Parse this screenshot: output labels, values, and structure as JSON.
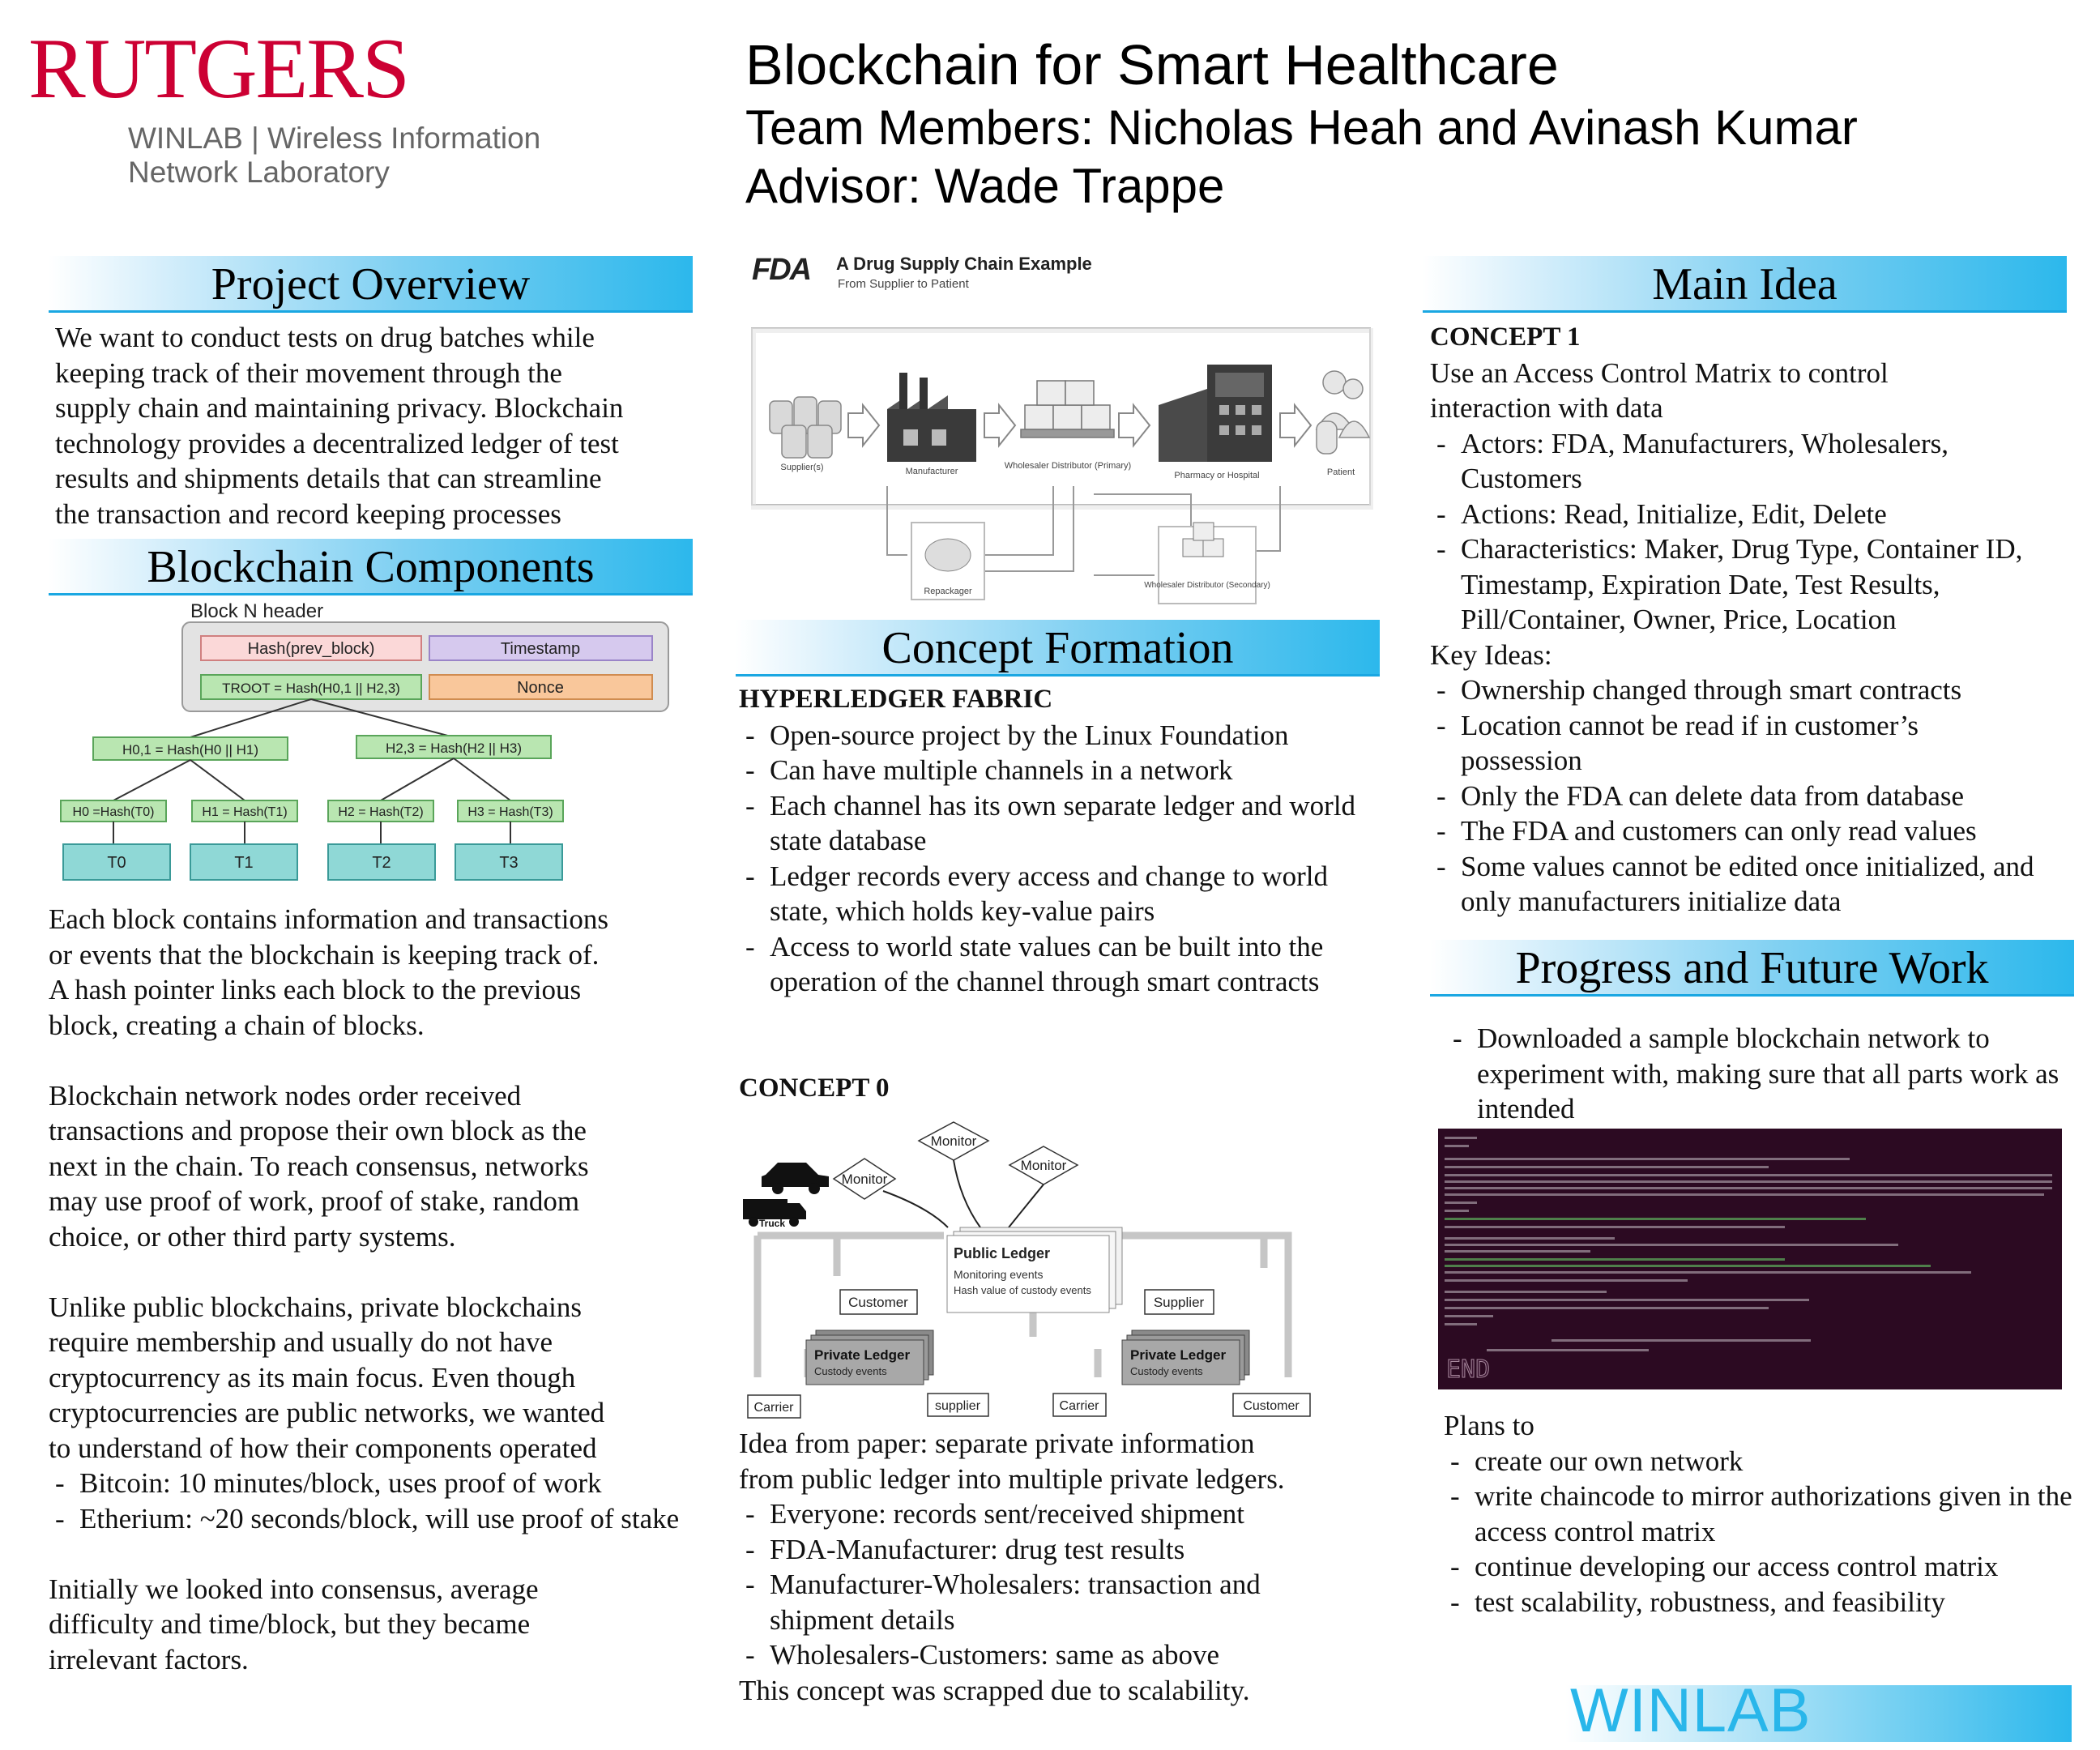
{
  "logo": {
    "rutgers": "RUTGERS",
    "winlab_line1": "WINLAB | Wireless Information",
    "winlab_line2": "Network Laboratory",
    "footer_logo": "WINLAB"
  },
  "title": {
    "main": "Blockchain for Smart Healthcare",
    "team": "Team Members: Nicholas Heah and Avinash Kumar",
    "advisor": "Advisor: Wade Trappe"
  },
  "overview": {
    "heading": "Project Overview",
    "lines": [
      "We want to conduct tests on drug batches while",
      "keeping track of their movement through the",
      "supply chain and maintaining privacy. Blockchain",
      "technology provides a decentralized ledger of test",
      "results and shipments details that can streamline",
      "the transaction and record keeping  processes"
    ]
  },
  "components": {
    "heading": "Blockchain Components",
    "diagram": {
      "header_label": "Block N header",
      "hash_prev": "Hash(prev_block)",
      "timestamp": "Timestamp",
      "troot": "TROOT = Hash(H0,1 || H2,3)",
      "nonce": "Nonce",
      "h01": "H0,1 = Hash(H0 || H1)",
      "h23": "H2,3 = Hash(H2 || H3)",
      "h0": "H0 =Hash(T0)",
      "h1": "H1 = Hash(T1)",
      "h2": "H2 = Hash(T2)",
      "h3": "H3 = Hash(T3)",
      "t0": "T0",
      "t1": "T1",
      "t2": "T2",
      "t3": "T3"
    },
    "para1": [
      "Each block contains information and transactions",
      "or events that the blockchain is keeping track of.",
      "A hash pointer links each block to the previous",
      "block, creating a chain of blocks."
    ],
    "para2": [
      "Blockchain network nodes order received",
      "transactions and propose their own block as the",
      "next in the chain. To reach consensus, networks",
      "may use proof of work, proof of stake, random",
      "choice, or other third party systems."
    ],
    "para3": [
      "Unlike public blockchains, private blockchains",
      "require membership and usually do not have",
      "cryptocurrency as its main focus. Even though",
      "cryptocurrencies are public networks, we wanted",
      "to understand of how their components operated"
    ],
    "bullets": [
      "Bitcoin: 10 minutes/block, uses proof of work",
      "Etherium: ~20 seconds/block, will use proof of stake"
    ],
    "para4": [
      "Initially we looked into consensus,  average",
      "difficulty and time/block, but they became",
      "irrelevant factors."
    ]
  },
  "fda": {
    "logo": "FDA",
    "title": "A Drug Supply Chain Example",
    "subtitle": "From Supplier to Patient",
    "stages": [
      "Supplier(s)",
      "Manufacturer",
      "Wholesaler Distributor (Primary)",
      "Pharmacy or Hospital",
      "Patient"
    ],
    "lower": [
      "Repackager",
      "Wholesaler Distributor (Secondary)"
    ]
  },
  "concept_formation": {
    "heading": "Concept Formation",
    "hf_title": "HYPERLEDGER FABRIC",
    "hf_bullets": [
      "Open-source project by the Linux Foundation",
      "Can have multiple channels in a network",
      "Each channel has its own separate ledger and world state database",
      "Ledger records every access and change to world state, which holds key-value pairs",
      "Access to world state values can be built into the operation of the channel through smart contracts"
    ],
    "c0_title": "CONCEPT 0",
    "c0_diagram": {
      "monitor": "Monitor",
      "truck": "Truck",
      "public_ledger": "Public Ledger",
      "monitoring_events": "Monitoring events",
      "hash_value": "Hash value of custody events",
      "customer": "Customer",
      "supplier": "Supplier",
      "private_ledger": "Private Ledger",
      "custody_events": "Custody events",
      "carrier": "Carrier",
      "supplier_lc": "supplier"
    },
    "c0_lines": [
      "Idea from paper: separate private information",
      "from public ledger into multiple private ledgers."
    ],
    "c0_bullets": [
      "Everyone: records sent/received shipment",
      "FDA-Manufacturer:  drug test results",
      "Manufacturer-Wholesalers: transaction and shipment details",
      "Wholesalers-Customers: same as above"
    ],
    "c0_end": "This concept was scrapped due to scalability."
  },
  "main_idea": {
    "heading": "Main Idea",
    "c1_title": "CONCEPT 1",
    "c1_lines": [
      "Use an Access Control Matrix to control",
      "interaction with data"
    ],
    "c1_bullets": [
      "Actors: FDA, Manufacturers, Wholesalers, Customers",
      "Actions: Read, Initialize, Edit, Delete",
      "Characteristics: Maker, Drug Type, Container ID, Timestamp, Expiration Date, Test Results, Pill/Container, Owner, Price, Location"
    ],
    "key_title": "Key Ideas:",
    "key_bullets": [
      "Ownership changed through smart contracts",
      "Location cannot be read if in customer’s possession",
      "Only the FDA can delete data from database",
      "The FDA and customers can only read values",
      "Some values cannot be edited once initialized, and only manufacturers initialize data"
    ]
  },
  "progress": {
    "heading": "Progress and Future Work",
    "bullets1": [
      "Downloaded a sample blockchain network to experiment with, making sure that all parts work as intended"
    ],
    "terminal_tag": "END",
    "plans_title": "Plans to",
    "plans": [
      "create our own network",
      "write chaincode to mirror authorizations given in the access control matrix",
      "continue developing our access control matrix",
      "test scalability, robustness, and feasibility"
    ]
  },
  "colors": {
    "rutgers_red": "#cc0033",
    "accent_blue": "#29b6ea",
    "terminal_bg": "#2c0a22"
  }
}
